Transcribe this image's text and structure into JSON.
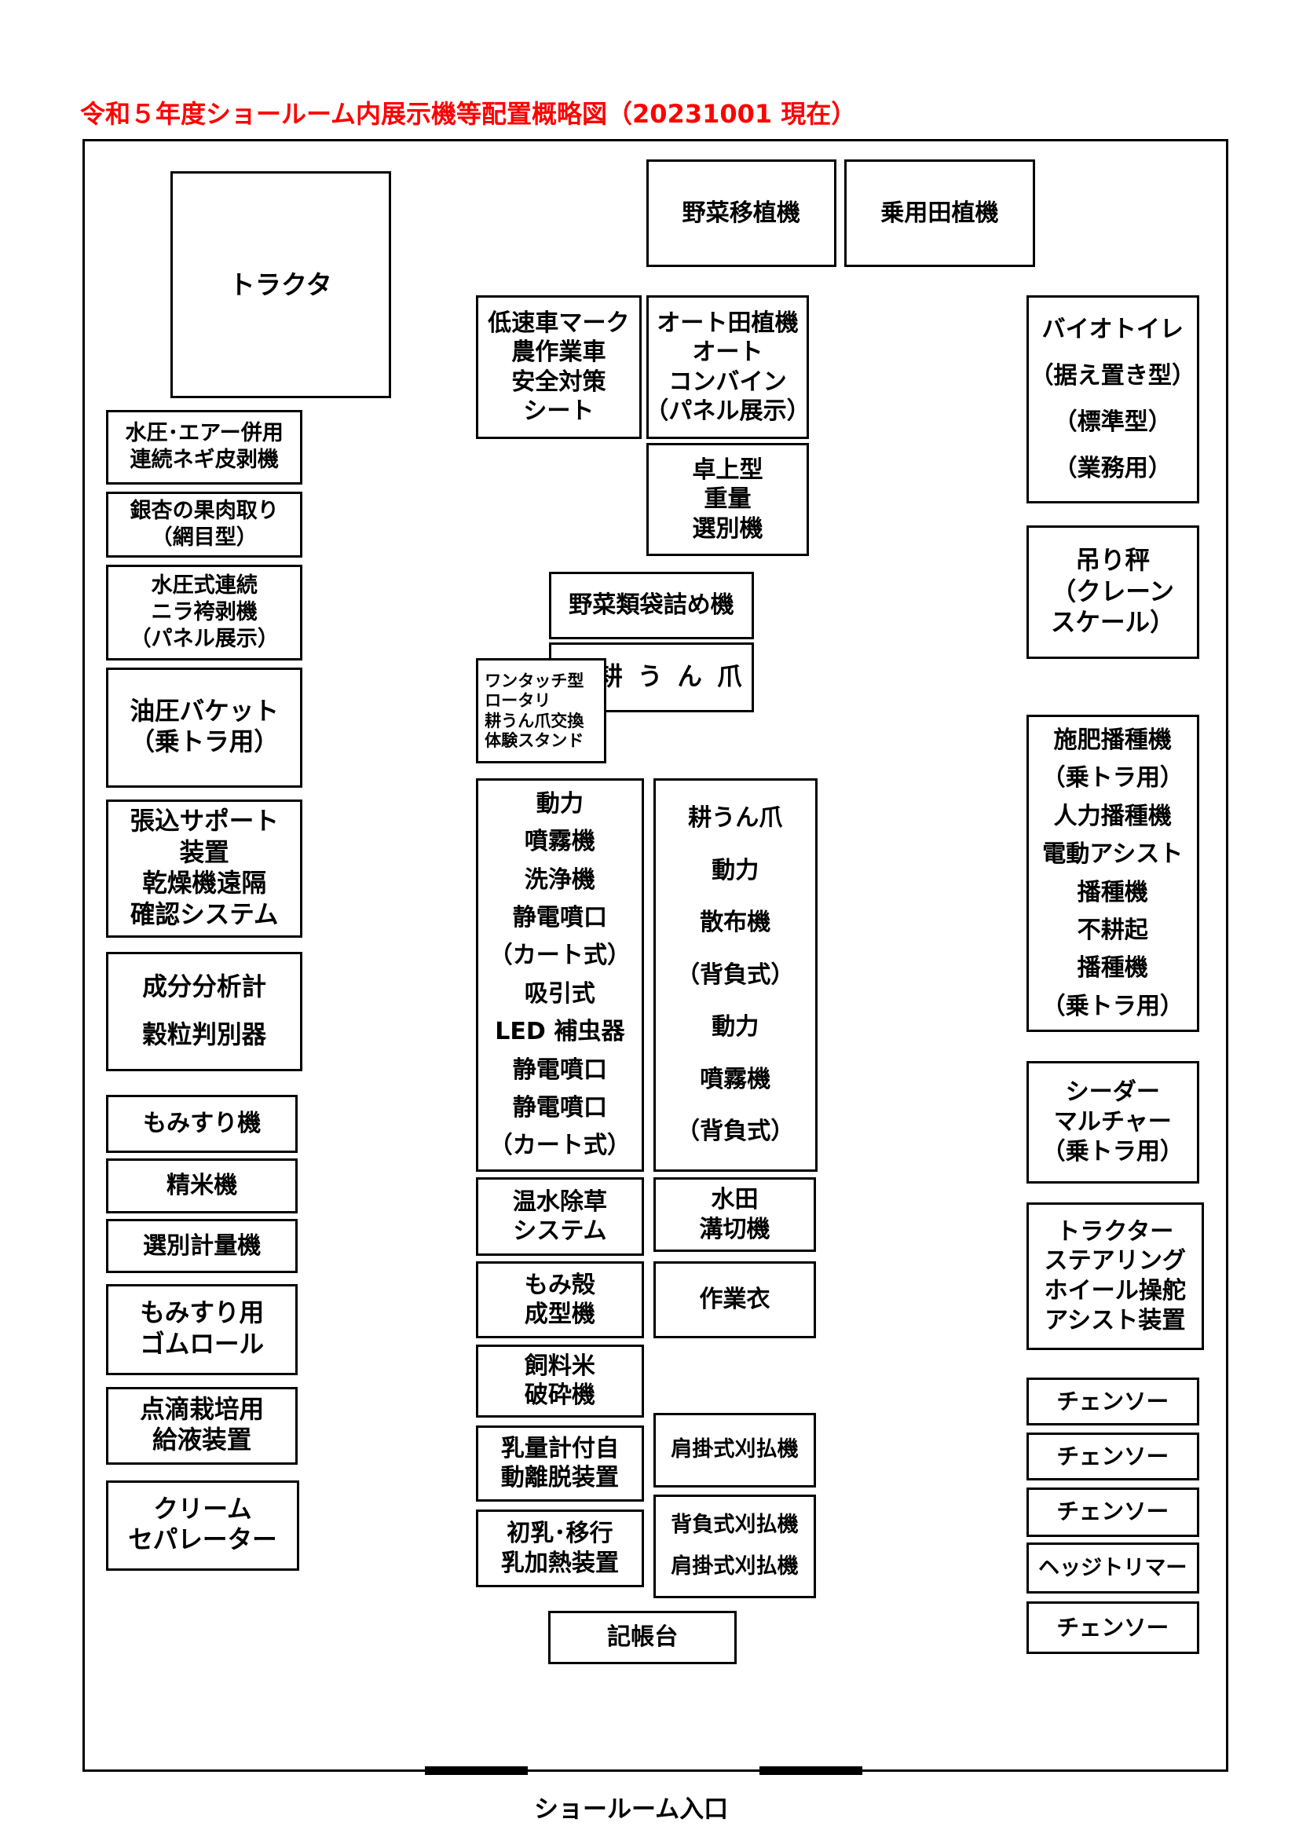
{
  "title": "令和５年度ショールーム内展示機等配置概略図（20231001 現在）",
  "entrance_label": "ショールーム入口",
  "colors": {
    "title": "#ff0000",
    "border": "#000000"
  },
  "boxes": [
    {
      "lines": [
        "トラクタ"
      ]
    },
    {
      "lines": [
        "水圧･エアー併用",
        "連続ネギ皮剥機"
      ]
    },
    {
      "lines": [
        "銀杏の果肉取り",
        "（網目型）"
      ]
    },
    {
      "lines": [
        "水圧式連続",
        "ニラ袴剥機",
        "（パネル展示）"
      ]
    },
    {
      "lines": [
        "油圧バケット",
        "（乗トラ用）"
      ]
    },
    {
      "lines": [
        "張込サポート",
        "装置",
        "乾燥機遠隔",
        "確認システム"
      ]
    },
    {
      "lines": [
        "成分分析計",
        "穀粒判別器"
      ]
    },
    {
      "lines": [
        "もみすり機"
      ]
    },
    {
      "lines": [
        "精米機"
      ]
    },
    {
      "lines": [
        "選別計量機"
      ]
    },
    {
      "lines": [
        "もみすり用",
        "ゴムロール"
      ]
    },
    {
      "lines": [
        "点滴栽培用",
        "給液装置"
      ]
    },
    {
      "lines": [
        "クリーム",
        "セパレーター"
      ]
    },
    {
      "lines": [
        "野菜移植機"
      ]
    },
    {
      "lines": [
        "乗用田植機"
      ]
    },
    {
      "lines": [
        "低速車マーク",
        "農作業車",
        "安全対策",
        "シート"
      ]
    },
    {
      "lines": [
        "オート田植機",
        "オート",
        "コンバイン",
        "（パネル展示）"
      ]
    },
    {
      "lines": [
        "卓上型",
        "重量",
        "選別機"
      ]
    },
    {
      "lines": [
        "野菜類袋詰め機"
      ]
    },
    {
      "lines": [
        "耕 う ん 爪"
      ]
    },
    {
      "lines": [
        "ワンタッチ型",
        "ロータリ",
        "耕うん爪交換",
        "体験スタンド"
      ]
    },
    {
      "lines": [
        "動力",
        "噴霧機",
        "洗浄機",
        "静電噴口",
        "（カート式）",
        "吸引式",
        "LED 補虫器",
        "静電噴口",
        "静電噴口",
        "（カート式）"
      ]
    },
    {
      "lines": [
        "耕うん爪",
        "動力",
        "散布機",
        "（背負式）",
        "動力",
        "噴霧機",
        "（背負式）"
      ]
    },
    {
      "lines": [
        "温水除草",
        "システム"
      ]
    },
    {
      "lines": [
        "水田",
        "溝切機"
      ]
    },
    {
      "lines": [
        "もみ殻",
        "成型機"
      ]
    },
    {
      "lines": [
        "作業衣"
      ]
    },
    {
      "lines": [
        "飼料米",
        "破砕機"
      ]
    },
    {
      "lines": [
        "乳量計付自",
        "動離脱装置"
      ]
    },
    {
      "lines": [
        "肩掛式刈払機"
      ]
    },
    {
      "lines": [
        "初乳･移行",
        "乳加熱装置"
      ]
    },
    {
      "lines": [
        "背負式刈払機",
        "肩掛式刈払機"
      ]
    },
    {
      "lines": [
        "記帳台"
      ]
    },
    {
      "lines": [
        "バイオトイレ",
        "（据え置き型）",
        "（標準型）",
        "（業務用）"
      ]
    },
    {
      "lines": [
        "吊り秤",
        "（クレーン",
        "スケール）"
      ]
    },
    {
      "lines": [
        "施肥播種機",
        "（乗トラ用）",
        "人力播種機",
        "電動アシスト",
        "播種機",
        "不耕起",
        "播種機",
        "（乗トラ用）"
      ]
    },
    {
      "lines": [
        "シーダー",
        "マルチャー",
        "（乗トラ用）"
      ]
    },
    {
      "lines": [
        "トラクター",
        "ステアリング",
        "ホイール操舵",
        "アシスト装置"
      ]
    },
    {
      "lines": [
        "チェンソー"
      ]
    },
    {
      "lines": [
        "チェンソー"
      ]
    },
    {
      "lines": [
        "チェンソー"
      ]
    },
    {
      "lines": [
        "ヘッジトリマー"
      ]
    },
    {
      "lines": [
        "チェンソー"
      ]
    }
  ]
}
